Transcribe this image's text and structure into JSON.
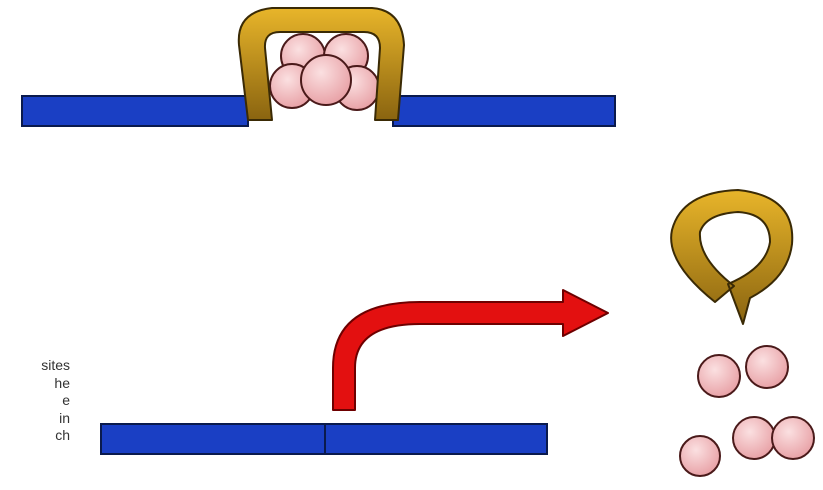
{
  "caption_fragments": [
    "sites",
    "he",
    "e",
    "in",
    "ch"
  ],
  "colors": {
    "dna_fill": "#1a3fc4",
    "dna_stroke": "#0a1a4d",
    "clamp_light": "#e8b52a",
    "clamp_dark": "#8a6410",
    "histone_fill": "#f2b5b8",
    "histone_stroke": "#4a1a1a",
    "arrow_fill": "#e31010",
    "arrow_stroke": "#6e0000"
  },
  "icons": {
    "clamp": "u-shaped-clamp-icon",
    "histone": "histone-sphere-icon",
    "arrow": "curved-red-arrow-icon"
  }
}
